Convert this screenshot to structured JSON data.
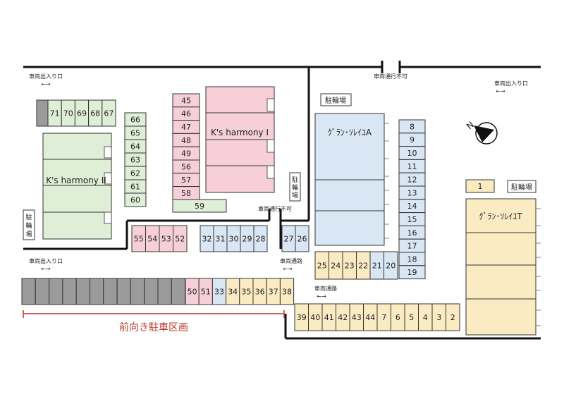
{
  "colors": {
    "green": "#dfeed7",
    "pink": "#f7cfd9",
    "blue": "#d9e6f4",
    "yellow": "#fbebc2",
    "gray": "#9b9b9b",
    "text": "#222222",
    "red": "#c0392b",
    "wall": "#111111"
  },
  "labels": {
    "kh1": "K's harmony I",
    "kh2": "K's harmony II",
    "granA": "ｸﾞﾗﾝ･ｿﾚｲﾕA",
    "granT": "ｸﾞﾗﾝ･ｿﾚｲﾕT",
    "bike": "駐輪場",
    "bike_v1": "駐",
    "bike_v2": "輪",
    "bike_v3": "場",
    "entrance": "車両出入り口",
    "no_pass": "車両通行不可",
    "passage": "車両通路",
    "forward": "前向き駐車区画",
    "arrow": "←→",
    "compass": "N"
  },
  "spaces": {
    "top_left_row": [
      "71",
      "70",
      "69",
      "68",
      "67"
    ],
    "left_col": [
      "66",
      "65",
      "64",
      "63",
      "62",
      "61",
      "60"
    ],
    "mid_col": [
      "45",
      "46",
      "47",
      "48",
      "49",
      "56",
      "57",
      "58"
    ],
    "s59": "59",
    "row_pink_mid": [
      "55",
      "54",
      "53",
      "52"
    ],
    "row_blue_mid": [
      "32",
      "31",
      "30",
      "29",
      "28"
    ],
    "pair_27_26": [
      "27",
      "26"
    ],
    "right_col": [
      "8",
      "9",
      "10",
      "11",
      "12",
      "13",
      "14",
      "15",
      "16",
      "17",
      "18",
      "19"
    ],
    "row_25_20": [
      "25",
      "24",
      "23",
      "22",
      "21",
      "20"
    ],
    "bottom_left_pink": [
      "50",
      "51"
    ],
    "bottom_left_blue": "33",
    "bottom_left_yellow": [
      "34",
      "35",
      "36",
      "37",
      "38"
    ],
    "bottom_right": [
      "39",
      "40",
      "41",
      "42",
      "43",
      "44",
      "7",
      "6",
      "5",
      "4",
      "3",
      "2"
    ],
    "s1": "1"
  }
}
